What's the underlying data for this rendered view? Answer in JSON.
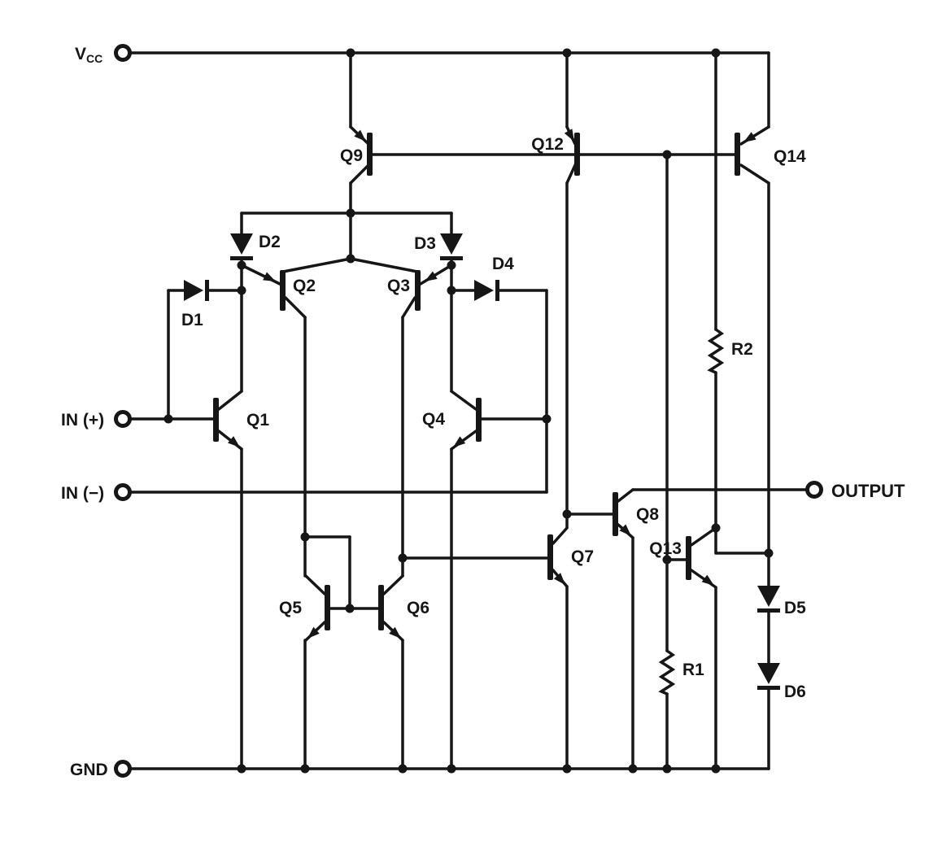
{
  "labels": {
    "vcc_main": "V",
    "vcc_sub": "CC",
    "in_plus": "IN (+)",
    "in_minus": "IN (−)",
    "gnd": "GND",
    "output": "OUTPUT",
    "q1": "Q1",
    "q2": "Q2",
    "q3": "Q3",
    "q4": "Q4",
    "q5": "Q5",
    "q6": "Q6",
    "q7": "Q7",
    "q8": "Q8",
    "q9": "Q9",
    "q12": "Q12",
    "q13": "Q13",
    "q14": "Q14",
    "d1": "D1",
    "d2": "D2",
    "d3": "D3",
    "d4": "D4",
    "d5": "D5",
    "d6": "D6",
    "r1": "R1",
    "r2": "R2"
  },
  "components": {
    "transistors": [
      "Q1",
      "Q2",
      "Q3",
      "Q4",
      "Q5",
      "Q6",
      "Q7",
      "Q8",
      "Q9",
      "Q12",
      "Q13",
      "Q14"
    ],
    "diodes": [
      "D1",
      "D2",
      "D3",
      "D4",
      "D5",
      "D6"
    ],
    "resistors": [
      "R1",
      "R2"
    ],
    "terminals": [
      "VCC",
      "IN (+)",
      "IN (−)",
      "GND",
      "OUTPUT"
    ]
  },
  "colors": {
    "ink": "#161616",
    "paper": "#ffffff"
  }
}
